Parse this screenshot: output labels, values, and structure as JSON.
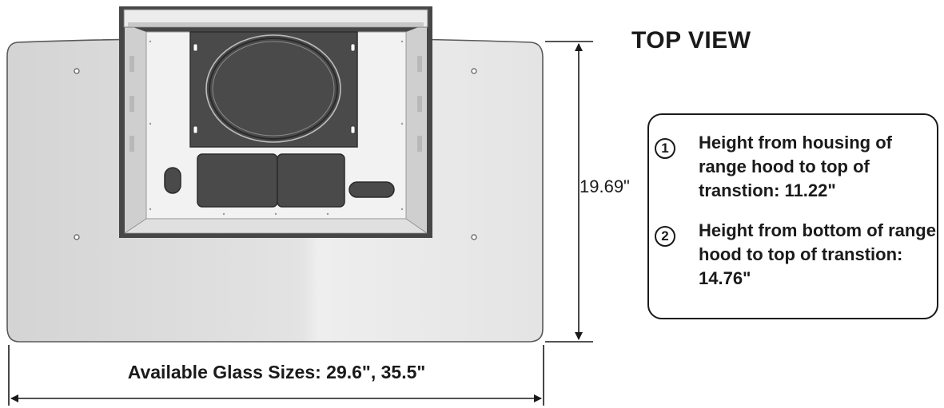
{
  "diagram": {
    "view_title": "TOP VIEW",
    "height_dimension": "19.69\"",
    "width_dimension": "Available Glass Sizes: 29.6\", 35.5\""
  },
  "notes": [
    {
      "number": "1",
      "text": "Height from housing of range hood to top of transtion: 11.22\""
    },
    {
      "number": "2",
      "text": "Height from bottom of range hood to top of transtion: 14.76\""
    }
  ],
  "colors": {
    "glass": "#dcdcdc",
    "glass_edge": "#5a5a5a",
    "housing_frame": "#4a4a4a",
    "housing_inner": "#f0f0f0",
    "dark_panel": "#3e3e3e",
    "text": "#1a1a1a"
  }
}
